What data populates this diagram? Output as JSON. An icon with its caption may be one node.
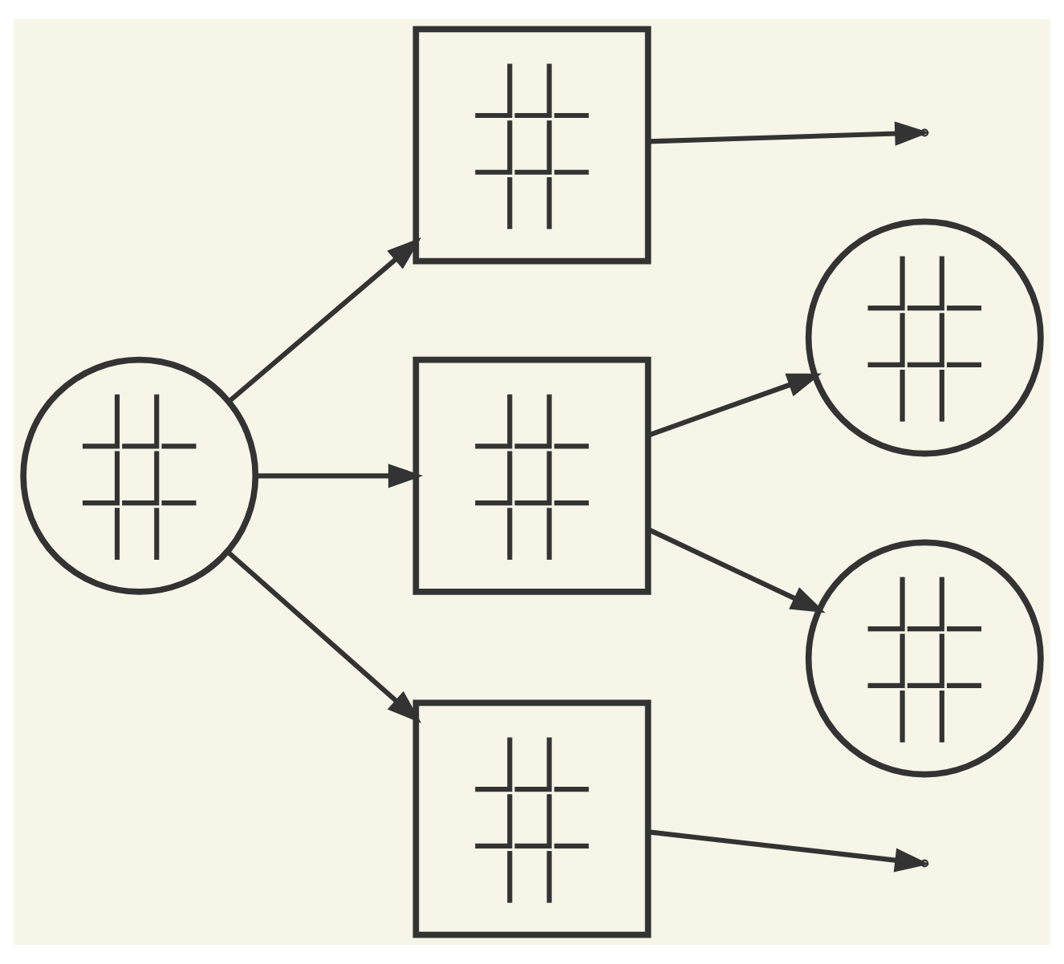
{
  "diagram": {
    "nodes": [
      {
        "text": [],
        "shape": "circle"
      },
      {
        "text": [],
        "shape": "box"
      },
      {
        "text": [],
        "shape": "box"
      },
      {
        "text": [],
        "shape": "box"
      },
      {
        "text": [],
        "shape": "circle"
      },
      {
        "text": [],
        "shape": "circle"
      }
    ],
    "edges": [
      {
        "from": 0,
        "to": 1,
        "arrow": "to"
      },
      {
        "from": 0,
        "to": 2,
        "arrow": "to"
      },
      {
        "from": 0,
        "to": 3,
        "arrow": "to"
      },
      {
        "from": 1,
        "to": null,
        "arrow": "to"
      },
      {
        "from": 2,
        "to": 4,
        "arrow": "to"
      },
      {
        "from": 2,
        "to": 5,
        "arrow": "to"
      },
      {
        "from": 3,
        "to": null,
        "arrow": "to"
      }
    ]
  }
}
